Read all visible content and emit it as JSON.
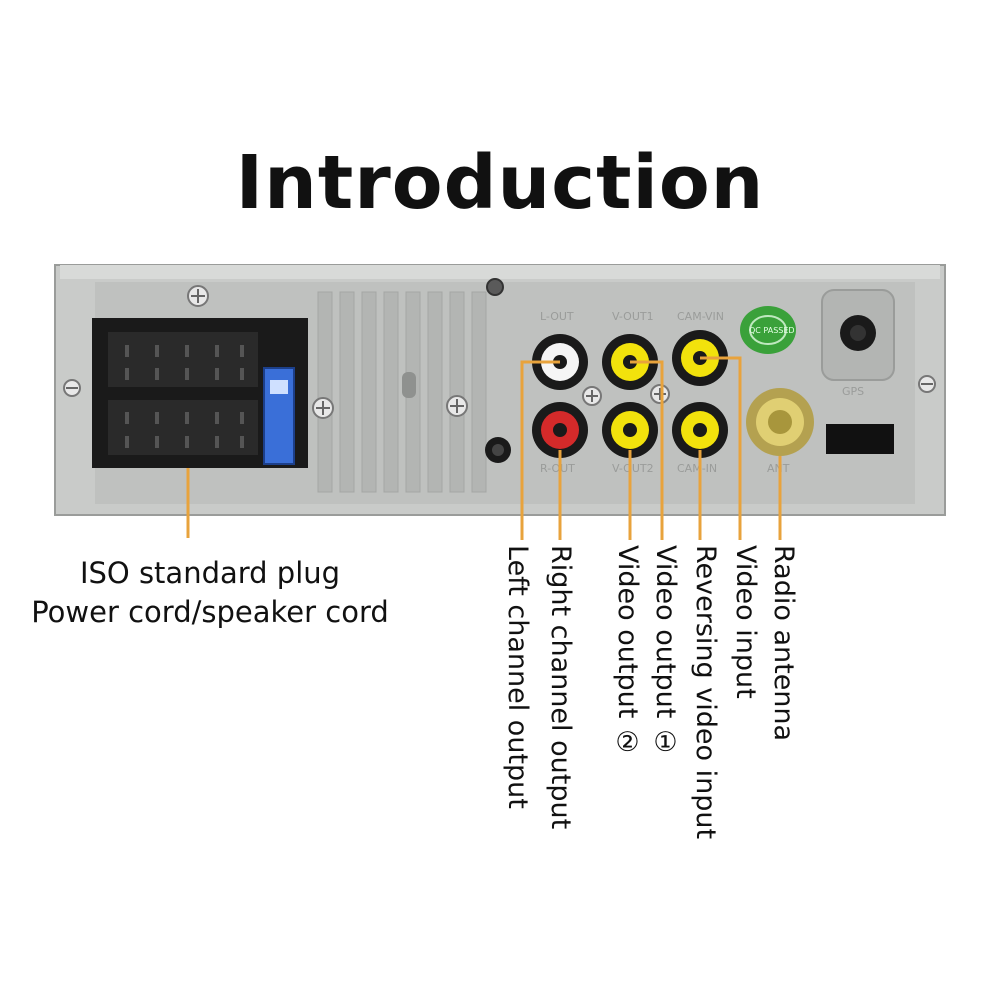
{
  "title": "Introduction",
  "iso_plug": {
    "line1": "ISO standard plug",
    "line2": "Power cord/speaker cord"
  },
  "panel_markings": {
    "l_out": "L-OUT",
    "v_out1": "V-OUT1",
    "cam_vin": "CAM-VIN",
    "r_out": "R-OUT",
    "v_out2": "V-OUT2",
    "cam_in": "CAM-IN",
    "ant": "ANT",
    "gps": "GPS",
    "qc_stamp": "QC PASSED"
  },
  "ports": [
    {
      "id": "left",
      "label": "Left channel output",
      "plug_color": "#ffffff"
    },
    {
      "id": "right",
      "label": "Right channel output",
      "plug_color": "#d42a2a"
    },
    {
      "id": "vout2",
      "label": "Video output ②",
      "plug_color": "#f2e20c"
    },
    {
      "id": "vout1",
      "label": "Video output ①",
      "plug_color": "#f2e20c"
    },
    {
      "id": "revin",
      "label": "Reversing video input",
      "plug_color": "#f2e20c"
    },
    {
      "id": "vin",
      "label": "Video input",
      "plug_color": "#f2e20c"
    },
    {
      "id": "antenna",
      "label": "Radio antenna",
      "plug_color": "#c9b24a"
    }
  ],
  "colors": {
    "leader_line": "#e8a33c",
    "panel": "#c9cbc9",
    "connector": "#1a1a1a",
    "fuse": "#3a6fd8",
    "stamp": "#3aa13a"
  }
}
